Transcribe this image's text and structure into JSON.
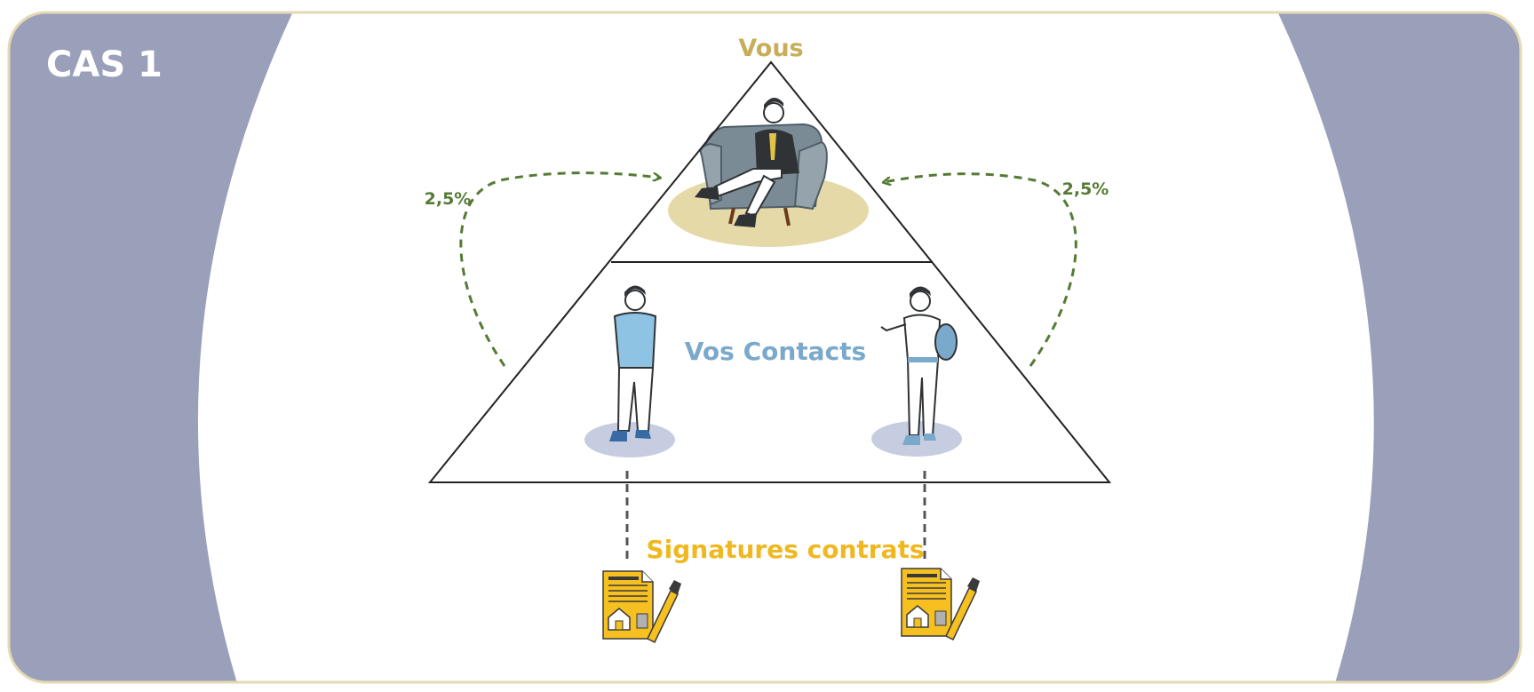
{
  "title": "CAS 1",
  "top_label": "Vous",
  "middle_label": "Vos Contacts",
  "bottom_label": "Signatures contrats",
  "percent_left": "2,5%",
  "percent_right": "2,5%",
  "icons": {
    "top_person": "seated-businessman-icon",
    "contact_left": "standing-man-icon",
    "contact_right": "man-with-backpack-icon",
    "contract_left": "contract-signing-icon",
    "contract_right": "contract-signing-icon"
  },
  "colors": {
    "side_panels": "#9a9fba",
    "frame_border": "#e3d9b4",
    "vous": "#c8ad5a",
    "contacts": "#7aa9cc",
    "signatures": "#f0b820",
    "percent": "#557a35",
    "arrow": "#557a35",
    "seat_ellipse": "#e6d9a8",
    "contact_ellipse": "#c7cde0",
    "contract_paper": "#f6c021"
  }
}
